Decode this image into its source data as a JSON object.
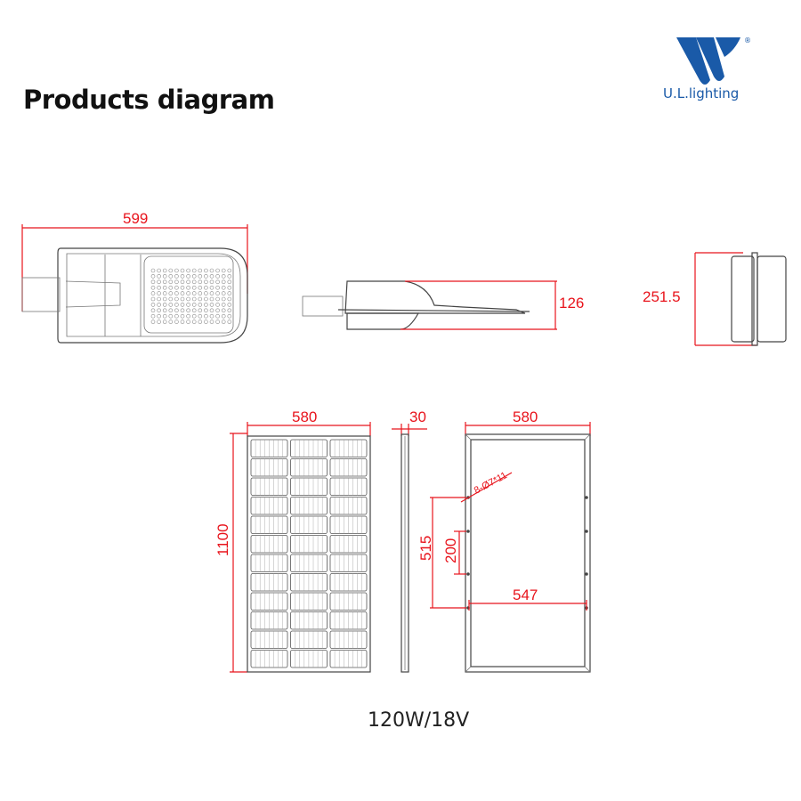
{
  "header": {
    "title": "Products diagram"
  },
  "logo": {
    "brand": "U.L.lighting",
    "mark": "W",
    "registered": "®"
  },
  "light_views": {
    "top_view": {
      "length_label": "599"
    },
    "side_view": {
      "height_label": "126"
    },
    "end_view": {
      "height_label": "251.5"
    }
  },
  "solar_panel": {
    "front_view": {
      "width_label": "580",
      "height_label": "1100"
    },
    "side_view": {
      "thickness_label": "30"
    },
    "back_view": {
      "width_label": "580",
      "hole_label": "8-Ø7*11",
      "hole_span_label": "515",
      "hole_spacing_label": "200",
      "hole_width_label": "547"
    },
    "caption": "120W/18V"
  },
  "colors": {
    "dimension": "#e8141c",
    "brand": "#1a5aa8",
    "outline": "#444444"
  }
}
